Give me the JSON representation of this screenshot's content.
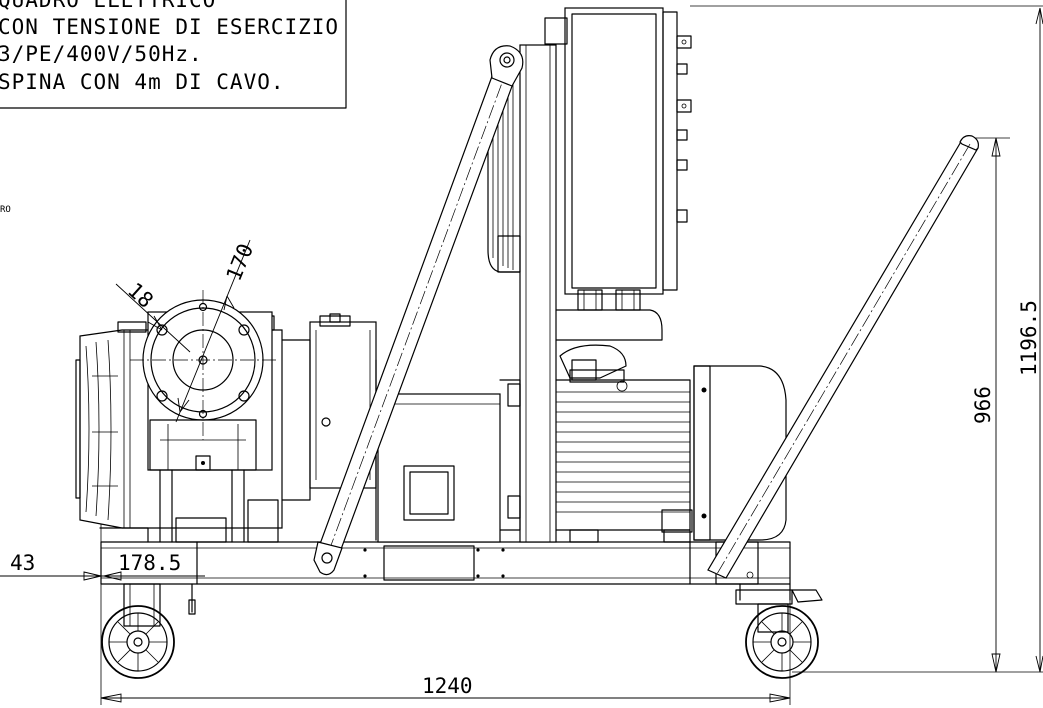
{
  "note": {
    "lines": [
      "QUADRO ELETTRICO",
      "CON TENSIONE DI ESERCIZIO",
      "3/PE/400V/50Hz.",
      "SPINA CON 4m DI CAVO."
    ]
  },
  "side_fragment": "RO",
  "dimensions": {
    "d18": "18",
    "d170": "170",
    "d43": "43",
    "d178_5": "178.5",
    "d1240": "1240",
    "d966": "966",
    "d1196_5": "1196.5"
  }
}
